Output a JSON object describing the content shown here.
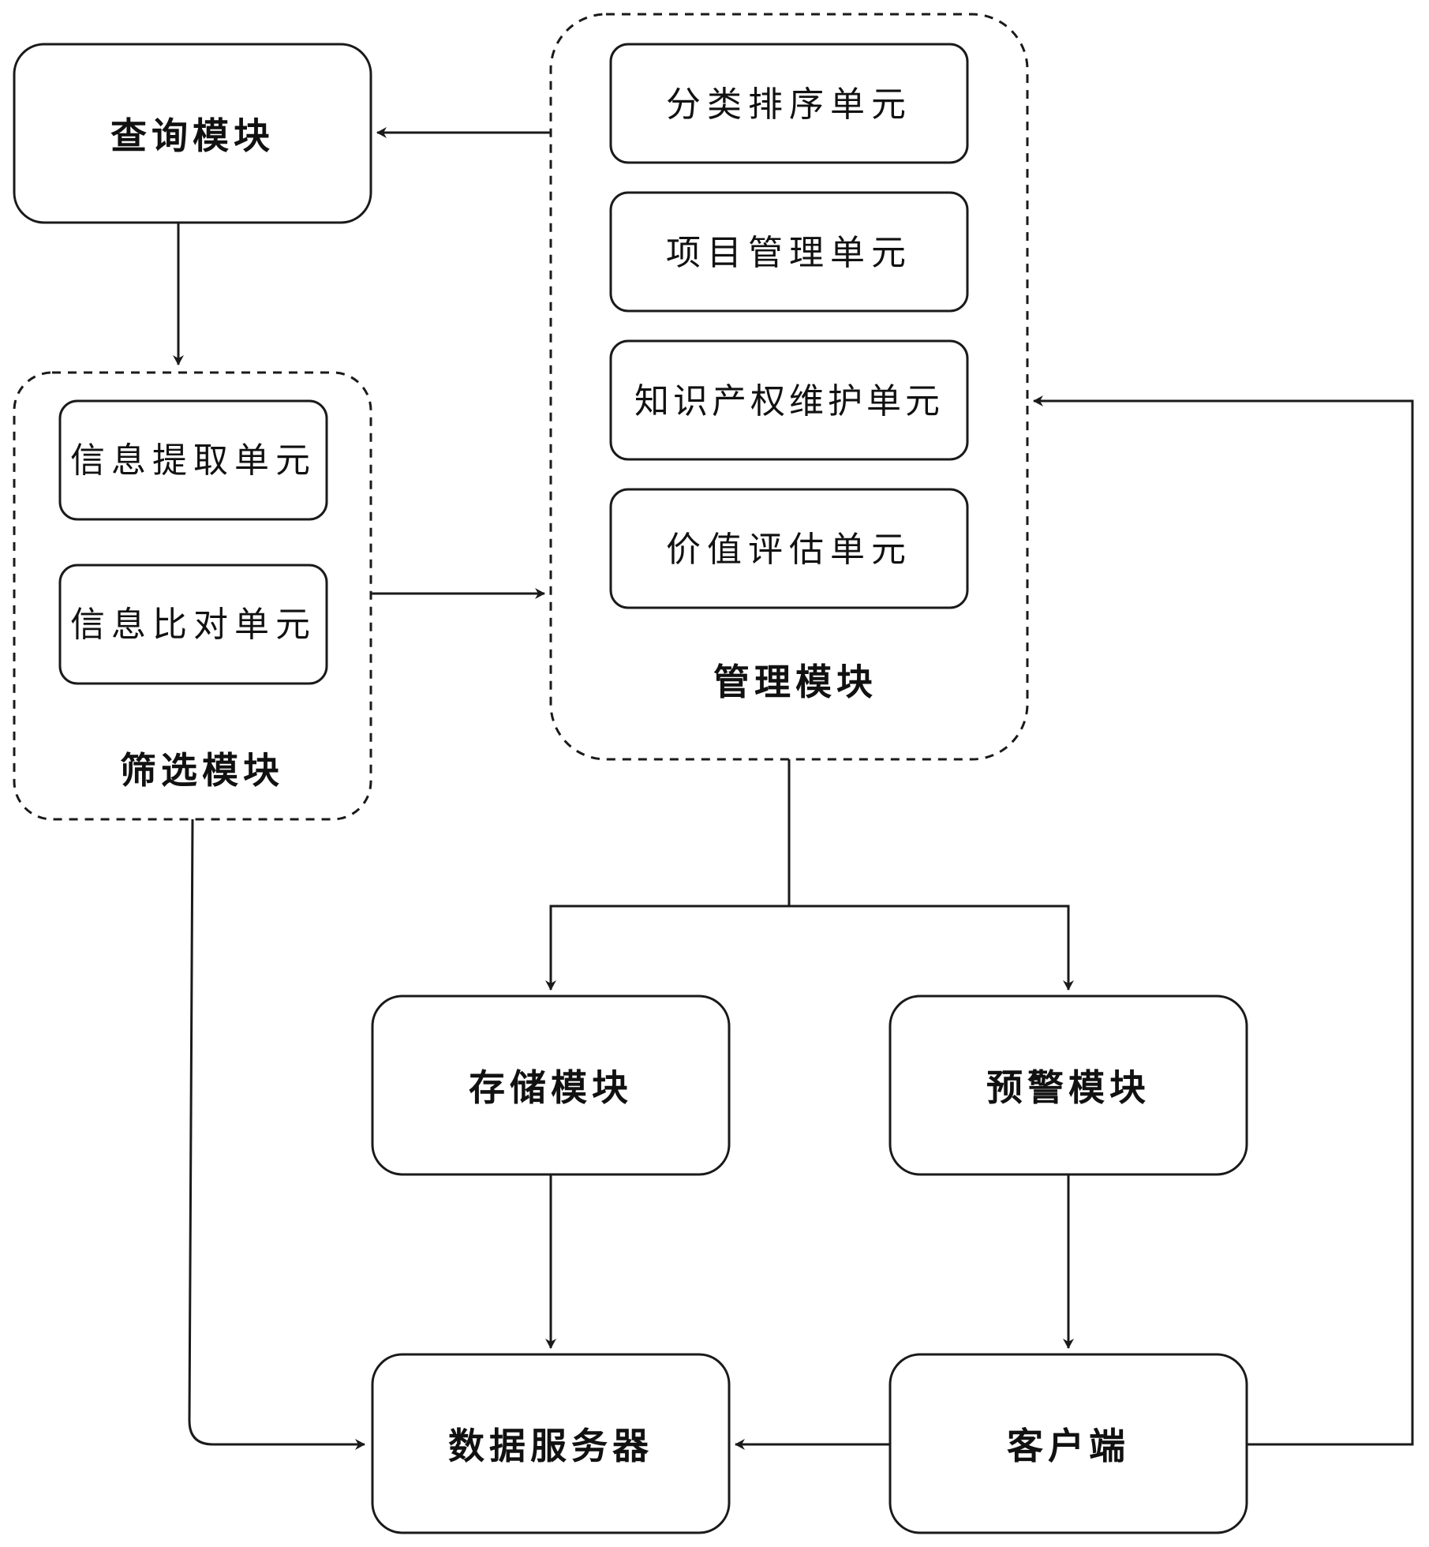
{
  "modules": {
    "query": "查询模块",
    "filter": "筛选模块",
    "manage": "管理模块",
    "storage": "存储模块",
    "warning": "预警模块",
    "data_server": "数据服务器",
    "client": "客户端"
  },
  "filter_units": [
    "信息提取单元",
    "信息比对单元"
  ],
  "manage_units": [
    "分类排序单元",
    "项目管理单元",
    "知识产权维护单元",
    "价值评估单元"
  ],
  "colors": {
    "line": "#1a1a1a",
    "background": "#ffffff"
  }
}
